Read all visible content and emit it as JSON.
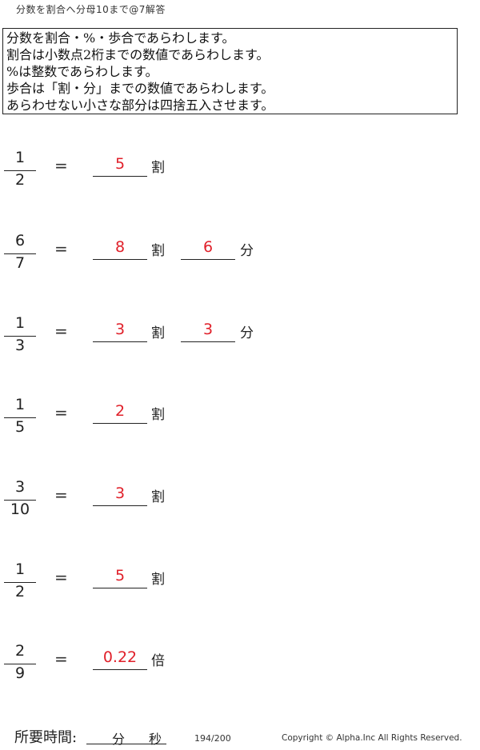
{
  "title": "分数を割合へ分母10まで@7解答",
  "instructions": [
    "分数を割合・%・歩合であらわします。",
    "割合は小数点2桁までの数値であらわします。",
    "%は整数であらわします。",
    "歩合は「割・分」までの数値であらわします。",
    "あらわせない小さな部分は四捨五入させます。"
  ],
  "equals": "=",
  "problems": [
    {
      "numerator": "1",
      "denominator": "2",
      "answer1": "5",
      "unit1": "割",
      "answer2": "",
      "unit2": ""
    },
    {
      "numerator": "6",
      "denominator": "7",
      "answer1": "8",
      "unit1": "割",
      "answer2": "6",
      "unit2": "分"
    },
    {
      "numerator": "1",
      "denominator": "3",
      "answer1": "3",
      "unit1": "割",
      "answer2": "3",
      "unit2": "分"
    },
    {
      "numerator": "1",
      "denominator": "5",
      "answer1": "2",
      "unit1": "割",
      "answer2": "",
      "unit2": ""
    },
    {
      "numerator": "3",
      "denominator": "10",
      "answer1": "3",
      "unit1": "割",
      "answer2": "",
      "unit2": ""
    },
    {
      "numerator": "1",
      "denominator": "2",
      "answer1": "5",
      "unit1": "割",
      "answer2": "",
      "unit2": ""
    },
    {
      "numerator": "2",
      "denominator": "9",
      "answer1": "0.22",
      "unit1": "倍",
      "answer2": "",
      "unit2": ""
    }
  ],
  "footer": {
    "required_time_label": "所要時間:",
    "minutes": "分",
    "seconds": "秒",
    "page": "194/200",
    "copyright": "Copyright ©  Alpha.Inc All Rights Reserved."
  },
  "colors": {
    "answer": "#e0202a",
    "text": "#222222"
  }
}
